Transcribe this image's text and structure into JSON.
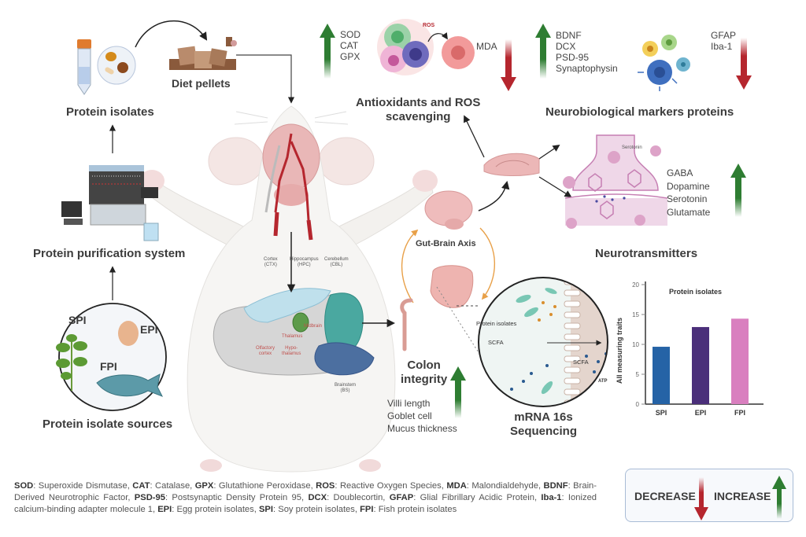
{
  "left_column": {
    "protein_isolates_label": "Protein isolates",
    "diet_pellets_label": "Diet pellets",
    "purification_label": "Protein purification system",
    "sources_label": "Protein isolate sources",
    "source_items": [
      "SPI",
      "EPI",
      "FPI"
    ]
  },
  "brain_regions": {
    "cortex": "Cortex\n(CTX)",
    "hippocampus": "Hippocampus\n(HPC)",
    "cerebellum": "Cerebellum\n(CBL)",
    "midbrain": "Midbrain",
    "thalamus": "Thalamus",
    "olfactory": "Olfactory\ncortex",
    "hypothalamus": "Hypo-\nthalamus",
    "brainstem": "Brainstem\n(BS)"
  },
  "antioxidants": {
    "title": "Antioxidants and ROS\nscavenging",
    "increase_items": "SOD\nCAT\nGPX",
    "ros_label": "ROS",
    "decrease_items": "MDA"
  },
  "neuro_markers": {
    "title": "Neurobiological markers proteins",
    "increase_items": "BDNF\nDCX\nPSD-95\nSynaptophysin",
    "decrease_items": "GFAP\nIba-1"
  },
  "neurotransmitters": {
    "title": "Neurotransmitters",
    "serotonin_tag": "Serotonin",
    "increase_items": "GABA\nDopamine\nSerotonin\nGlutamate"
  },
  "gut_brain": {
    "label": "Gut-Brain Axis"
  },
  "colon": {
    "title": "Colon\nintegrity",
    "increase_items": "Villi length\nGoblet cell\nMucus thickness"
  },
  "sequencing": {
    "title": "mRNA 16s\nSequencing",
    "protein_isolates": "Protein isolates",
    "scfa_left": "SCFA",
    "scfa_right": "SCFA",
    "atp": "ATP"
  },
  "chart_data": {
    "type": "bar",
    "title": "Protein isolates",
    "xlabel": "",
    "ylabel": "All measuring traits",
    "categories": [
      "SPI",
      "EPI",
      "FPI"
    ],
    "values": [
      9.6,
      12.9,
      14.3
    ],
    "colors": [
      "#2563a6",
      "#4b2f7a",
      "#d97fbf"
    ],
    "ylim": [
      0,
      20
    ],
    "yticks": [
      0,
      5,
      10,
      15,
      20
    ],
    "grid": false,
    "legend": "none"
  },
  "footer": {
    "abbreviations": [
      {
        "abbr": "SOD",
        "def": "Superoxide Dismutase"
      },
      {
        "abbr": "CAT",
        "def": "Catalase"
      },
      {
        "abbr": "GPX",
        "def": "Glutathione Peroxidase"
      },
      {
        "abbr": "ROS",
        "def": "Reactive Oxygen Species"
      },
      {
        "abbr": "MDA",
        "def": "Malondialdehyde"
      },
      {
        "abbr": "BDNF",
        "def": "Brain-Derived Neurotrophic Factor"
      },
      {
        "abbr": "PSD-95",
        "def": "Postsynaptic Density Protein 95"
      },
      {
        "abbr": "DCX",
        "def": "Doublecortin"
      },
      {
        "abbr": "GFAP",
        "def": "Glial Fibrillary Acidic Protein"
      },
      {
        "abbr": "Iba-1",
        "def": "Ionized calcium-binding adapter molecule 1"
      },
      {
        "abbr": "EPI",
        "def": "Egg protein isolates"
      },
      {
        "abbr": "SPI",
        "def": "Soy protein isolates"
      },
      {
        "abbr": "FPI",
        "def": "Fish protein isolates"
      }
    ]
  },
  "legend": {
    "decrease": "DECREASE",
    "increase": "INCREASE"
  },
  "colors": {
    "increase_arrow": "#2e7d32",
    "decrease_arrow": "#b5262e",
    "gut_brain_arrow": "#e8a048"
  }
}
